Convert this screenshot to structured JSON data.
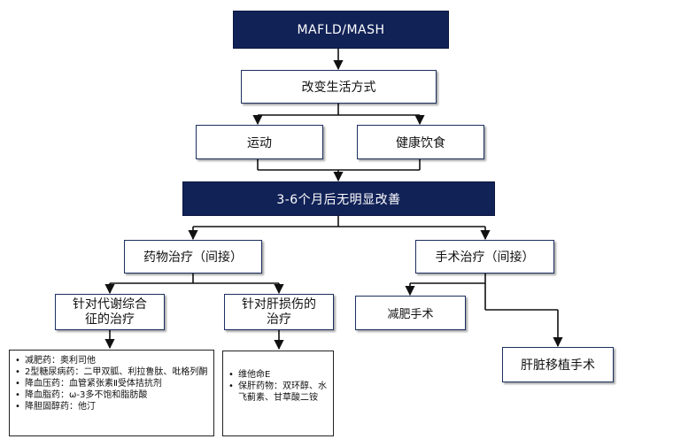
{
  "nodes": {
    "root": "MAFLD/MASH",
    "lifestyle": "改变生活方式",
    "exercise": "运动",
    "diet": "健康饮食",
    "no_improvement": "3-6个月后无明显改善",
    "drug_therapy": "药物治疗（间接）",
    "surgery": "手术治疗（间接）",
    "metabolic_line1": "针对代谢综合",
    "metabolic_line2": "征的治疗",
    "liver_line1": "针对肝损伤的",
    "liver_line2": "治疗",
    "bariatric": "减肥手术",
    "liver_transplant": "肝脏移植手术"
  },
  "metabolic_list": [
    "减肥药：奥利司他",
    "2型糖尿病药：二甲双胍、利拉鲁肽、吡格列酮",
    "降血压药：血管紧张素Ⅱ受体拮抗剂",
    "降血脂药：ω-3多不饱和脂肪酸",
    "降胆固醇药：他汀"
  ],
  "liver_list": [
    "维他命E",
    "保肝药物：双环醇、水飞蓟素、甘草酸二铵"
  ],
  "colors": {
    "dark_fill": "#112257",
    "border": "#1c2f5e",
    "line": "#111111"
  }
}
